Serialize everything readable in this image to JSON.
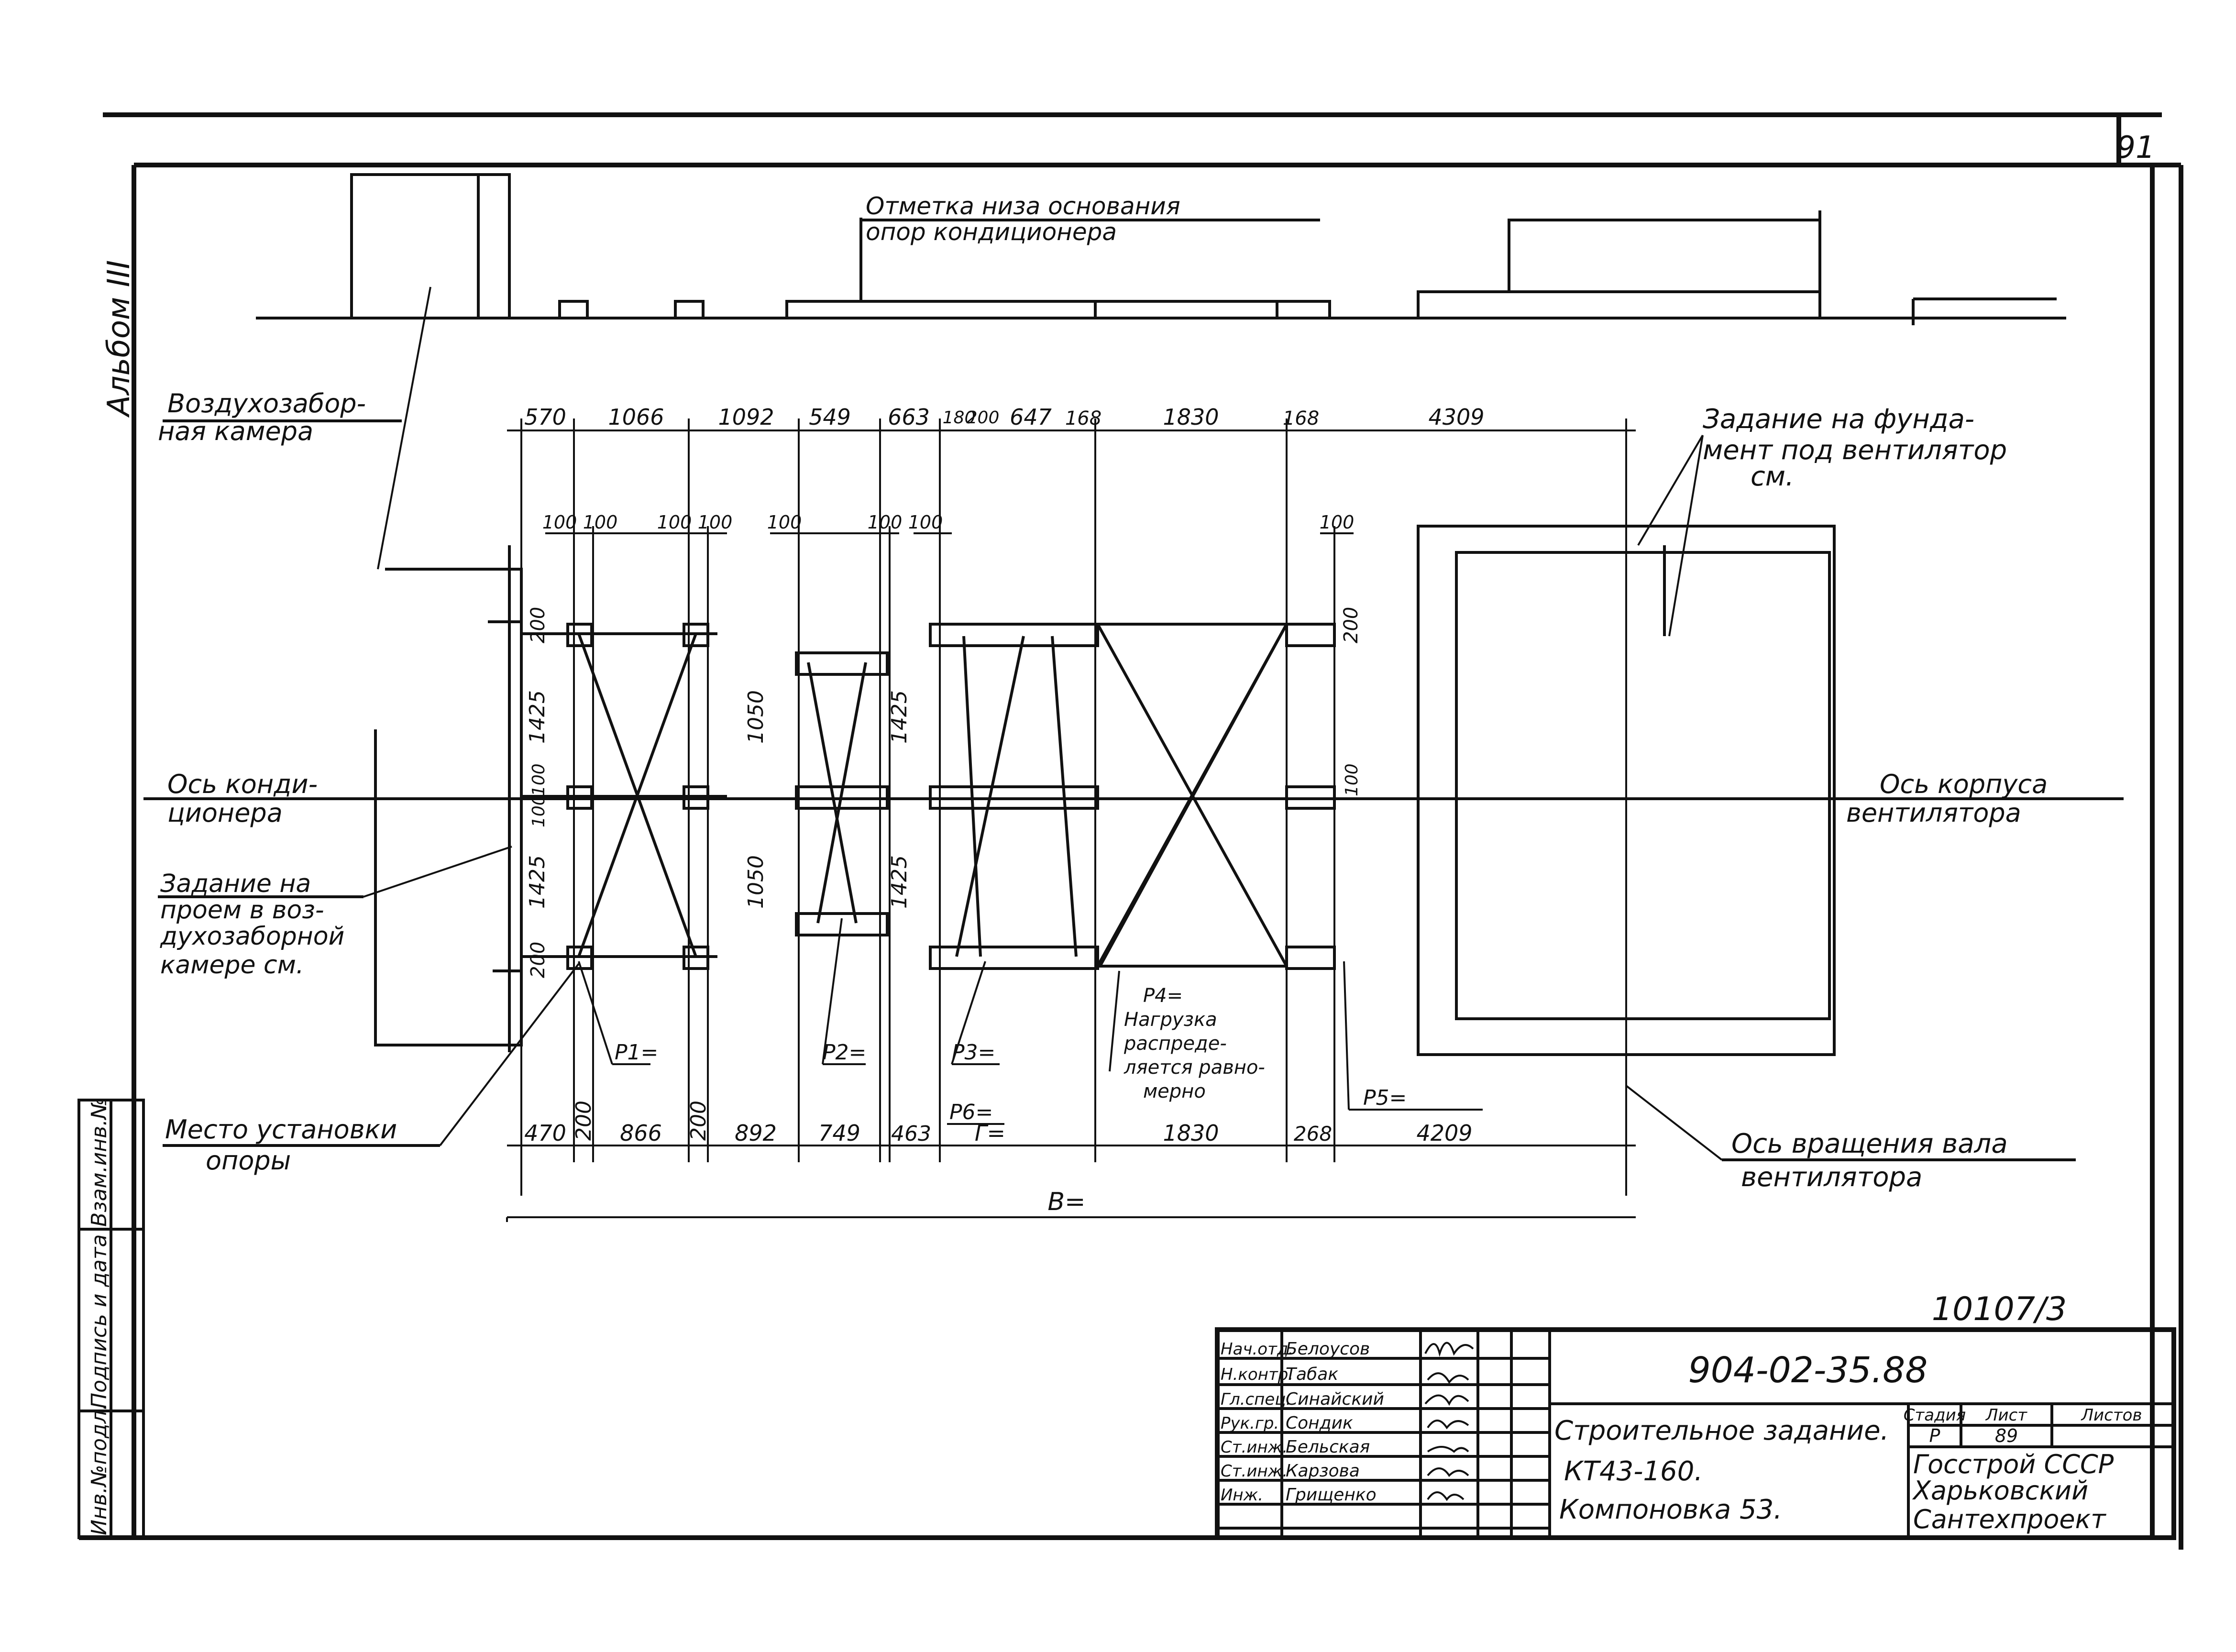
{
  "sheet_number": "91",
  "album": "Альбом III",
  "elevation_note": [
    "Отметка низа основания",
    "опор кондиционера"
  ],
  "labels": {
    "air_chamber": [
      "Воздухозабор-",
      "ная камера"
    ],
    "ac_axis": [
      "Ось конди-",
      "ционера"
    ],
    "opening_task": [
      "Задание на",
      "проем в воз-",
      "духозаборной",
      "камере см."
    ],
    "support_place": [
      "Место установки",
      "опоры"
    ],
    "fan_foundation": [
      "Задание на фунда-",
      "мент под вентилятор",
      "см."
    ],
    "fan_axis": [
      "Ось корпуса",
      "вентилятора"
    ],
    "shaft_axis": [
      "Ось вращения вала",
      "вентилятора"
    ],
    "load_note": [
      "Р4=",
      "Нагрузка",
      "распреде-",
      "ляется равно-",
      "мерно"
    ]
  },
  "top_dims": [
    "570",
    "1066",
    "1092",
    "549",
    "663",
    "180",
    "200",
    "647",
    "168",
    "1830",
    "168",
    "4309"
  ],
  "bottom_dims": [
    "470",
    "200",
    "866",
    "200",
    "892",
    "749",
    "463",
    "Г=",
    "1830",
    "268",
    "4209"
  ],
  "overall_dim": "В=",
  "small_dims": [
    "100",
    "100",
    "100",
    "100",
    "100",
    "100",
    "100",
    "100"
  ],
  "vertical_dims": [
    "200",
    "1425",
    "100",
    "100",
    "1425",
    "200",
    "1050",
    "1050",
    "1425",
    "1425",
    "100",
    "200"
  ],
  "loads": [
    "Р1=",
    "Р2=",
    "Р3=",
    "Р6=",
    "Р5=",
    "Г="
  ],
  "doc_id": "10107/3",
  "stamp": {
    "code": "904-02-35.88",
    "title": [
      "Строительное задание.",
      "КТ43-160.",
      "Компоновка 53."
    ],
    "stage_header": [
      "Стадия",
      "Лист",
      "Листов"
    ],
    "stage_values": [
      "Р",
      "89",
      ""
    ],
    "org": [
      "Госстрой СССР",
      "Харьковский",
      "Сантехпроект"
    ],
    "people": [
      {
        "role": "Нач.отд.",
        "name": "Белоусов"
      },
      {
        "role": "Н.контр.",
        "name": "Табак"
      },
      {
        "role": "Гл.спец.",
        "name": "Синайский"
      },
      {
        "role": "Рук.гр.",
        "name": "Сондик"
      },
      {
        "role": "Ст.инж.",
        "name": "Бельская"
      },
      {
        "role": "Ст.инж.",
        "name": "Карзова"
      },
      {
        "role": "Инж.",
        "name": "Грищенко"
      }
    ]
  },
  "side_stamp": [
    "Инв.№подл.",
    "Подпись и дата",
    "Взам.инв.№"
  ]
}
